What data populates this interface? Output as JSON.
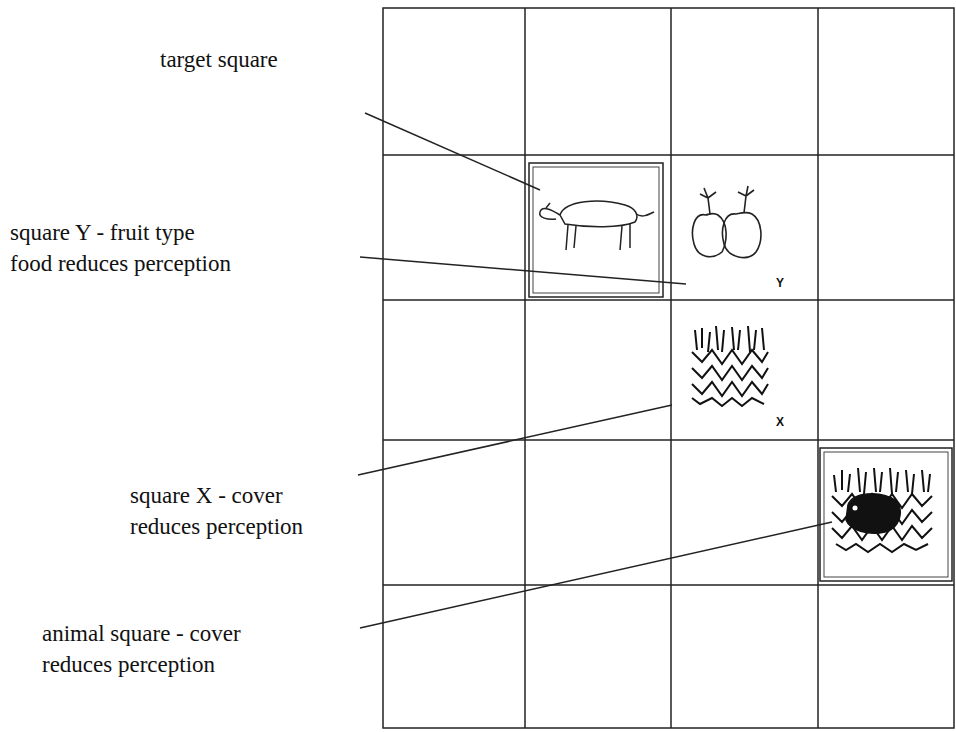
{
  "diagram": {
    "labels": [
      "target square",
      "square Y - fruit type food reduces perception",
      "square X - cover reduces perception",
      "animal square - cover reduces perception",
      "Y",
      "X"
    ]
  }
}
